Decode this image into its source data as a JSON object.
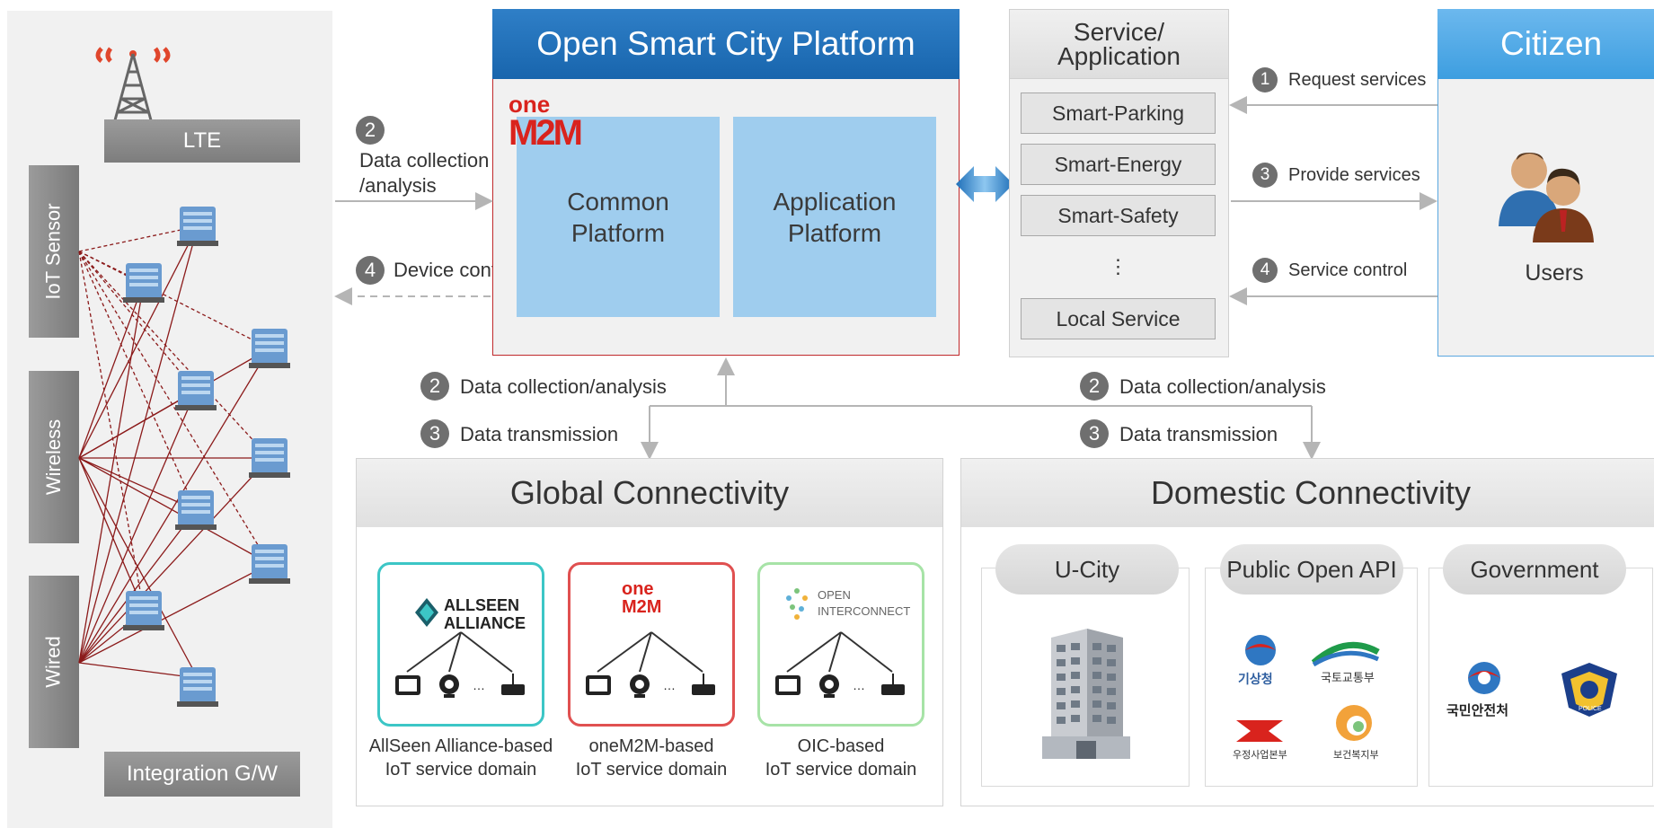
{
  "left_panel": {
    "lte_label": "LTE",
    "gateway_label": "Integration G/W",
    "vertical_labels": [
      "IoT Sensor",
      "Wireless",
      "Wired"
    ]
  },
  "platform": {
    "title": "Open Smart City Platform",
    "logo_top": "one",
    "logo_bottom": "M2M",
    "common": "Common\nPlatform",
    "application": "Application\nPlatform"
  },
  "left_arrows": {
    "collect_num": "2",
    "collect_label": "Data collection\n/analysis",
    "control_num": "4",
    "control_label": "Device control"
  },
  "service": {
    "title": "Service/\nApplication",
    "items": [
      "Smart-Parking",
      "Smart-Energy",
      "Smart-Safety",
      "⋮",
      "Local Service"
    ]
  },
  "citizen": {
    "title": "Citizen",
    "users_label": "Users"
  },
  "citizen_arrows": [
    {
      "num": "1",
      "label": "Request services"
    },
    {
      "num": "3",
      "label": "Provide services"
    },
    {
      "num": "4",
      "label": "Service control"
    }
  ],
  "bottom_arrows": {
    "left": [
      {
        "num": "2",
        "label": "Data collection/analysis"
      },
      {
        "num": "3",
        "label": "Data transmission"
      }
    ],
    "right": [
      {
        "num": "2",
        "label": "Data collection/analysis"
      },
      {
        "num": "3",
        "label": "Data transmission"
      }
    ]
  },
  "global": {
    "title": "Global Connectivity",
    "domains": [
      {
        "logo": "ALLSEEN\nALLIANCE",
        "caption": "AllSeen Alliance-based\nIoT service domain",
        "color": "#3cc6c6"
      },
      {
        "logo": "one\nM2M",
        "caption": "oneM2M-based\nIoT service domain",
        "color": "#e05050"
      },
      {
        "logo": "OPEN\nINTERCONNECT",
        "caption": "OIC-based\nIoT service domain",
        "color": "#9fe09f"
      }
    ]
  },
  "domestic": {
    "title": "Domestic Connectivity",
    "sections": [
      {
        "label": "U-City"
      },
      {
        "label": "Public Open API",
        "logos": [
          "기상청",
          "국토교통부",
          "우정사업본부",
          "보건복지부"
        ]
      },
      {
        "label": "Government",
        "logos": [
          "국민안전처",
          "POLICE"
        ]
      }
    ]
  },
  "colors": {
    "platform_blue": "#1865ad",
    "citizen_blue": "#3d9ee0",
    "platform_box": "#9fcdee",
    "link_red": "#8b1a1a"
  }
}
